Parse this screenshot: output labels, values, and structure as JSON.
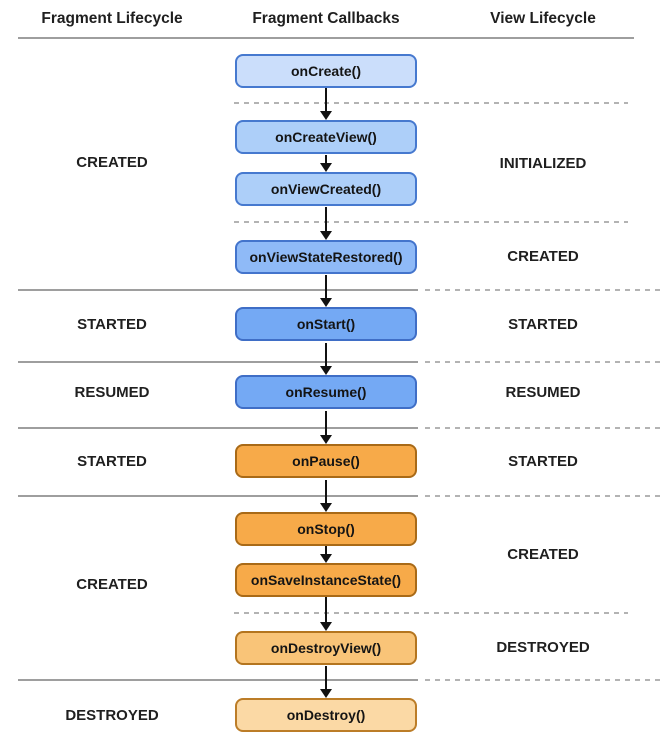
{
  "header": {
    "fragment_lifecycle": "Fragment Lifecycle",
    "fragment_callbacks": "Fragment Callbacks",
    "view_lifecycle": "View Lifecycle"
  },
  "callbacks": [
    {
      "label": "onCreate()",
      "fill": "#CBDEFB",
      "border": "#4679CF"
    },
    {
      "label": "onCreateView()",
      "fill": "#ADCFF9",
      "border": "#4679CF"
    },
    {
      "label": "onViewCreated()",
      "fill": "#ADCFF9",
      "border": "#4679CF"
    },
    {
      "label": "onViewStateRestored()",
      "fill": "#8FBAF7",
      "border": "#4374CC"
    },
    {
      "label": "onStart()",
      "fill": "#74A9F4",
      "border": "#3F6EC6"
    },
    {
      "label": "onResume()",
      "fill": "#74A9F4",
      "border": "#3F6EC6"
    },
    {
      "label": "onPause()",
      "fill": "#F7AA49",
      "border": "#A96A17"
    },
    {
      "label": "onStop()",
      "fill": "#F7AA49",
      "border": "#A96A17"
    },
    {
      "label": "onSaveInstanceState()",
      "fill": "#F7AA49",
      "border": "#A96A17"
    },
    {
      "label": "onDestroyView()",
      "fill": "#F9C478",
      "border": "#B4751F"
    },
    {
      "label": "onDestroy()",
      "fill": "#FBD9A5",
      "border": "#BC7D28"
    }
  ],
  "fragment_states": [
    "CREATED",
    "STARTED",
    "RESUMED",
    "STARTED",
    "CREATED",
    "DESTROYED"
  ],
  "view_states": [
    "INITIALIZED",
    "CREATED",
    "STARTED",
    "RESUMED",
    "STARTED",
    "CREATED",
    "DESTROYED"
  ],
  "colors": {
    "solid_line": "#9E9E9E",
    "dashed_line": "#B3B3B3",
    "arrow": "#111111",
    "text": "#1F1F1F"
  }
}
